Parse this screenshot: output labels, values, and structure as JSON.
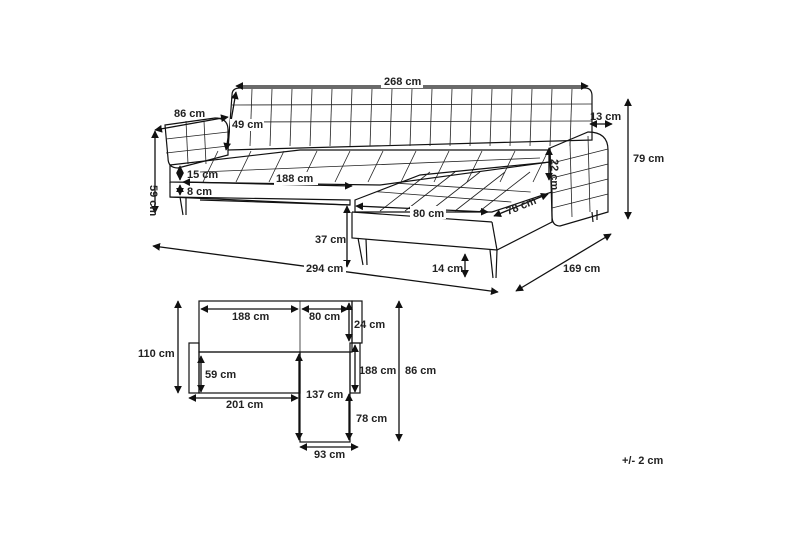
{
  "dimensions": {
    "top_width": "268 cm",
    "depth_total": "86 cm",
    "backrest_height": "49 cm",
    "armrest_width": "13 cm",
    "total_height": "79 cm",
    "seat_height_left": "59 cm",
    "cushion_thickness": "15 cm",
    "leg_gap": "8 cm",
    "seat_length": "188 cm",
    "chaise_back_height": "22 cm",
    "chaise_width": "80 cm",
    "chaise_depth": "78 cm",
    "seat_height_front": "37 cm",
    "leg_height": "14 cm",
    "overall_length": "294 cm",
    "chaise_length": "169 cm"
  },
  "plan": {
    "seat_length": "188 cm",
    "chaise_width": "80 cm",
    "back_depth": "24 cm",
    "seat_depth_total": "110 cm",
    "seat_depth": "59 cm",
    "chaise_seat_length": "188 cm",
    "total_depth": "86 cm",
    "front_length": "201 cm",
    "chaise_inner": "137 cm",
    "chaise_remaining": "78 cm",
    "chaise_bottom": "93 cm"
  },
  "tolerance": "+/- 2 cm"
}
